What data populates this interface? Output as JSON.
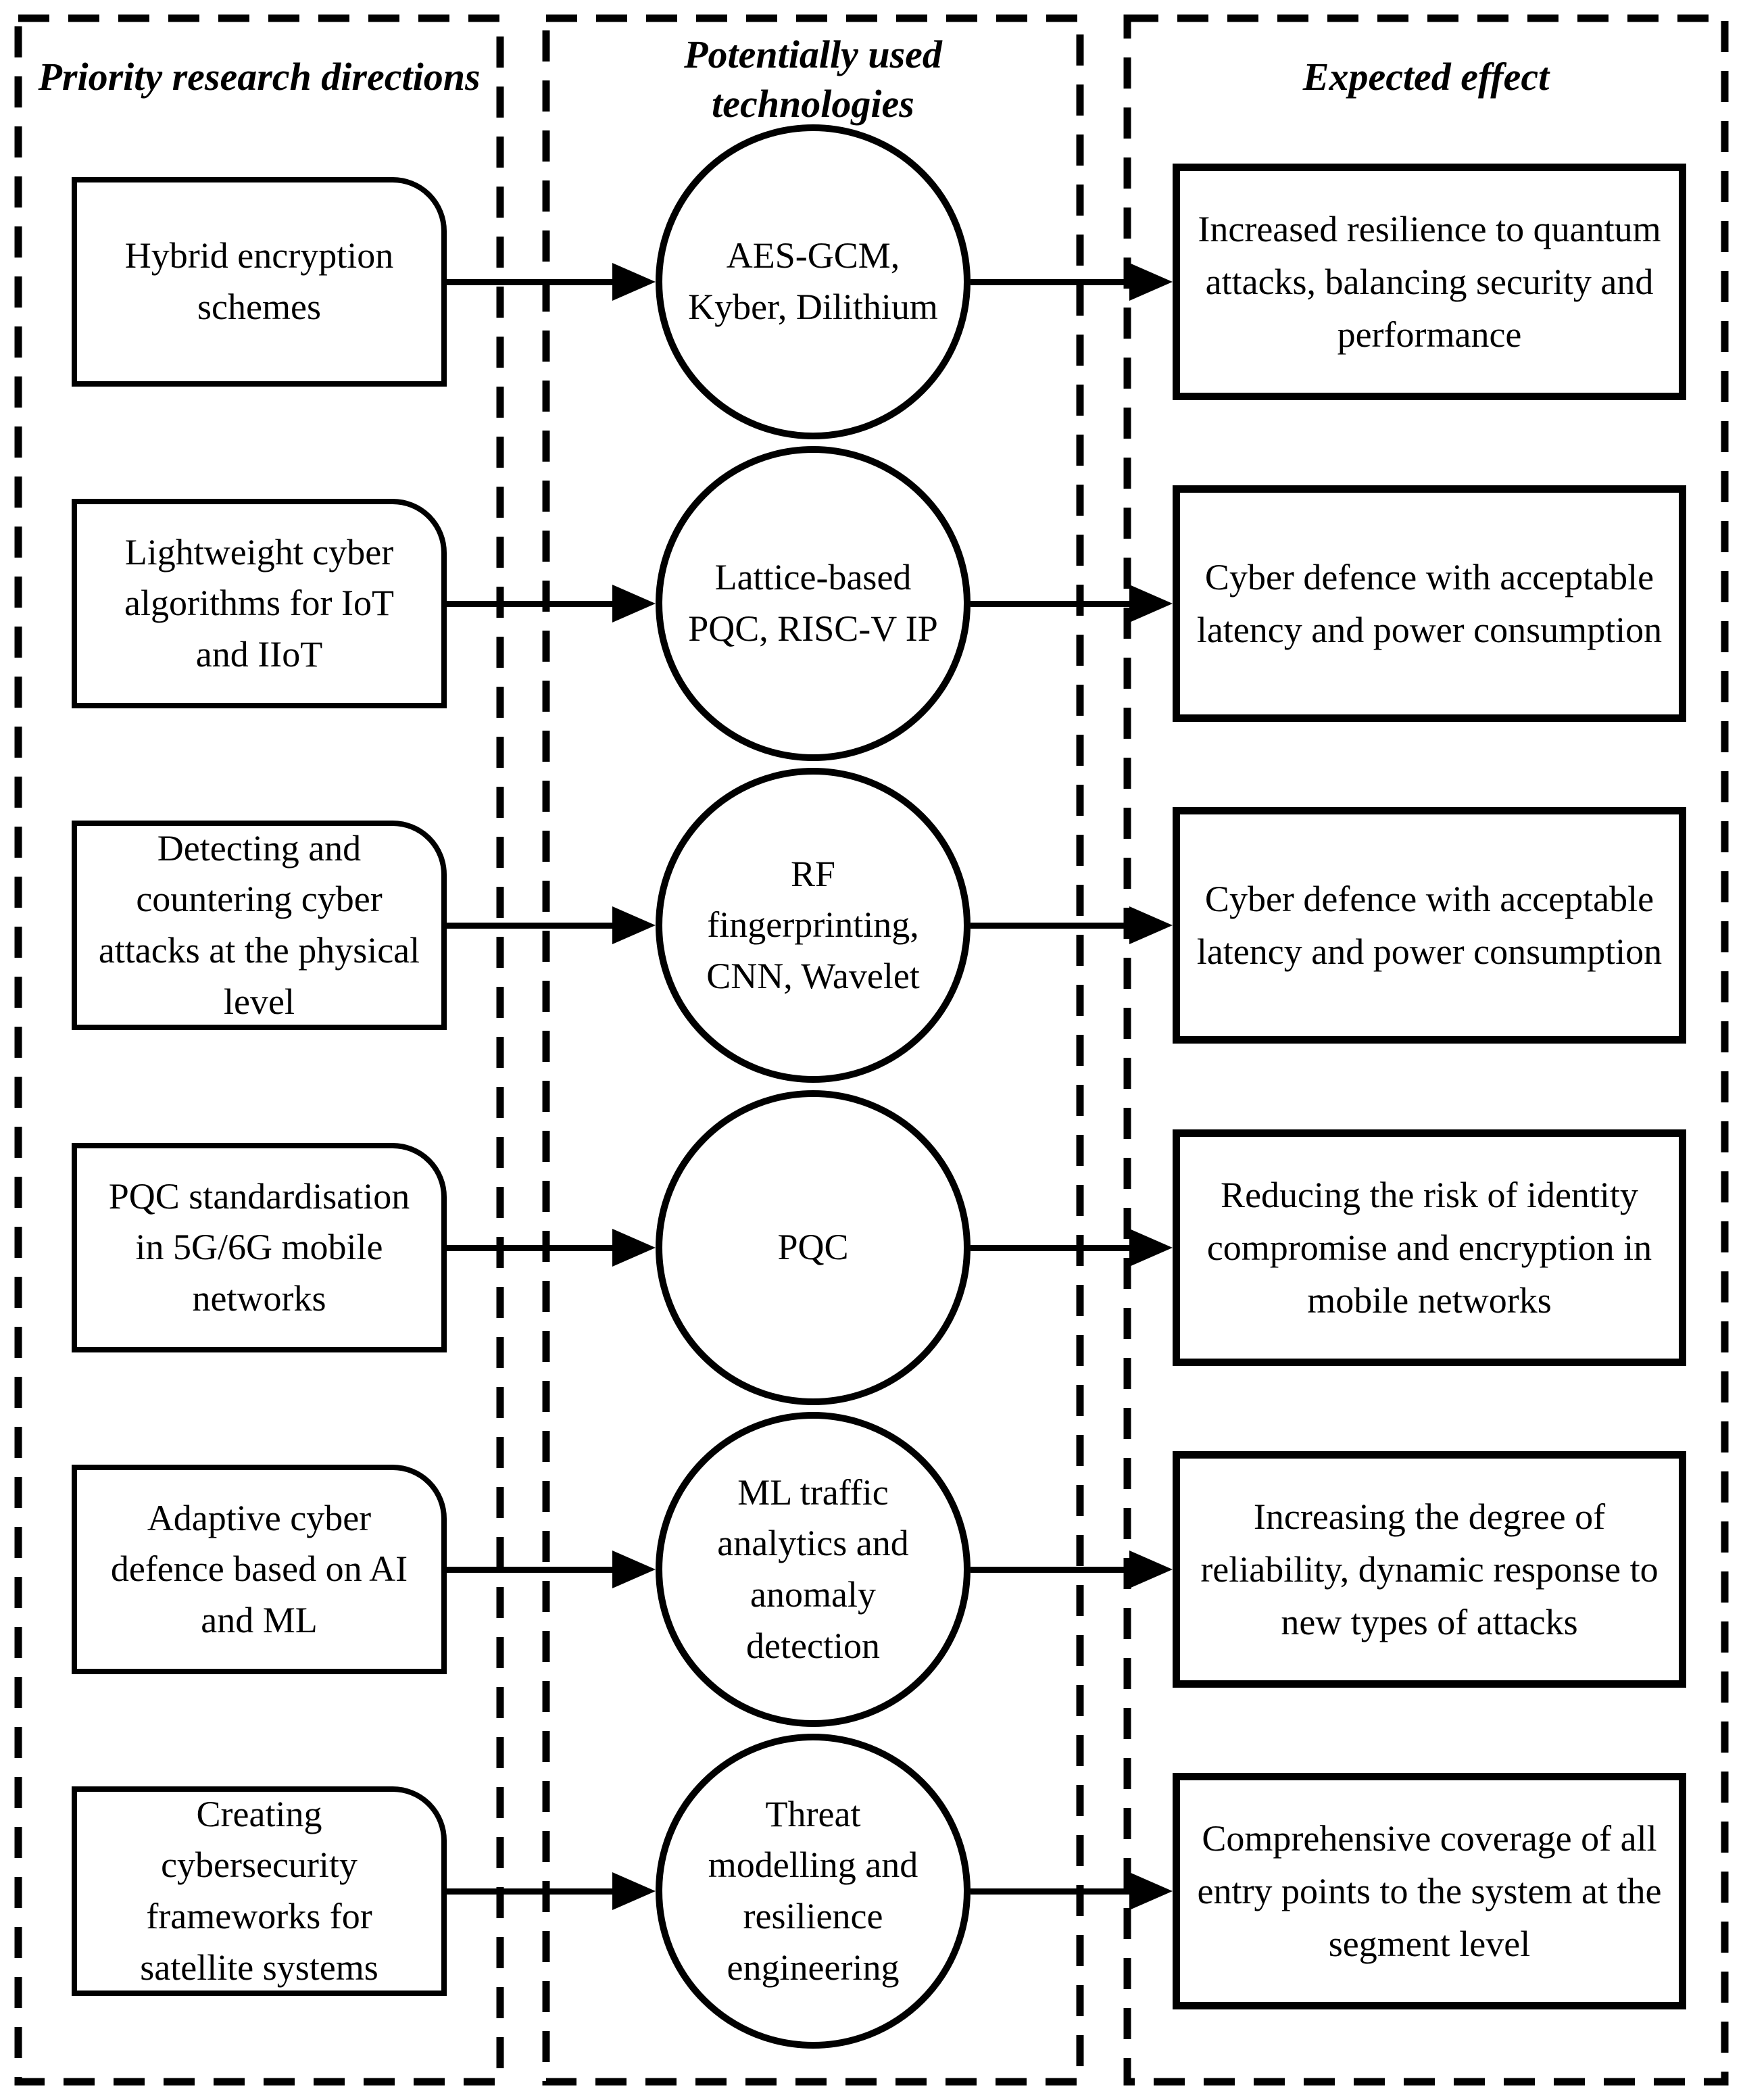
{
  "columns": [
    {
      "header": "Priority research directions"
    },
    {
      "header": "Potentially used technologies"
    },
    {
      "header": "Expected effect"
    }
  ],
  "rows": [
    {
      "direction": "Hybrid encryption schemes",
      "technology": "AES-GCM, Kyber, Dilithium",
      "effect": "Increased resilience to quantum attacks, balancing security and performance"
    },
    {
      "direction": "Lightweight cyber algorithms for IoT and IIoT",
      "technology": "Lattice-based PQC, RISC-V IP",
      "effect": "Cyber defence with acceptable latency and power consumption"
    },
    {
      "direction": "Detecting and countering cyber attacks at the physical level",
      "technology": "RF fingerprinting, CNN, Wavelet",
      "effect": "Cyber defence with acceptable latency and power consumption"
    },
    {
      "direction": "PQC standardisation in 5G/6G mobile networks",
      "technology": "PQC",
      "effect": "Reducing the risk of identity compromise and encryption in mobile networks"
    },
    {
      "direction": "Adaptive cyber defence based on AI and ML",
      "technology": "ML traffic analytics and anomaly detection",
      "effect": "Increasing the degree of reliability, dynamic response to new types of attacks"
    },
    {
      "direction": "Creating cybersecurity frameworks for satellite systems",
      "technology": "Threat modelling and resilience engineering",
      "effect": "Comprehensive coverage of all entry points to the system at the segment level"
    }
  ],
  "colors": {
    "ink": "#000000",
    "background": "#ffffff"
  }
}
